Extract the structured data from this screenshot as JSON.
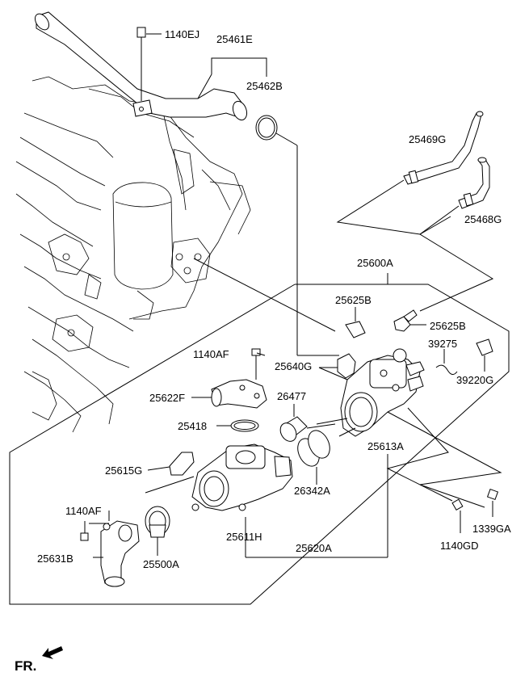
{
  "labels": {
    "p1140EJ": "1140EJ",
    "p25461E": "25461E",
    "p25462B": "25462B",
    "p25469G": "25469G",
    "p25468G": "25468G",
    "p25600A": "25600A",
    "p25625B_a": "25625B",
    "p25625B_b": "25625B",
    "p1140AF_a": "1140AF",
    "p39275": "39275",
    "p25640G": "25640G",
    "p39220G": "39220G",
    "p25622F": "25622F",
    "p26477": "26477",
    "p25418": "25418",
    "p25613A": "25613A",
    "p25615G": "25615G",
    "p26342A": "26342A",
    "p1140AF_b": "1140AF",
    "p1339GA": "1339GA",
    "p25611H": "25611H",
    "p25631B": "25631B",
    "p25620A": "25620A",
    "p1140GD": "1140GD",
    "p25500A": "25500A"
  },
  "orientation": {
    "text": "FR."
  }
}
